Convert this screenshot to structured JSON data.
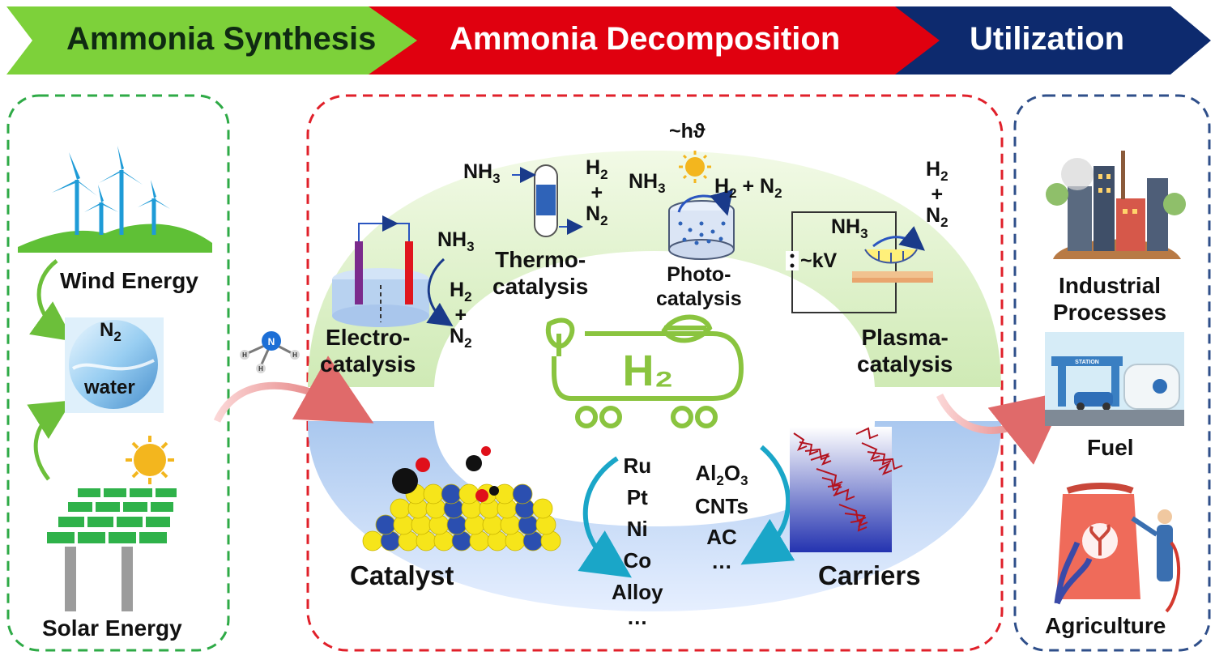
{
  "banner": {
    "synthesis": "Ammonia Synthesis",
    "decomposition": "Ammonia Decomposition",
    "utilization": "Utilization"
  },
  "sources": {
    "wind": "Wind Energy",
    "n2": "N",
    "n2_sub": "2",
    "water": "water",
    "solar": "Solar Energy"
  },
  "nh3_molecule": {
    "n": "N",
    "h": "H"
  },
  "electro": {
    "label_1": "Electro-",
    "label_2": "catalysis",
    "nh3": "NH",
    "nh3_sub": "3",
    "h2": "H",
    "h2_sub": "2",
    "plus": "+",
    "n2": "N",
    "n2_sub": "2"
  },
  "thermo": {
    "label_1": "Thermo-",
    "label_2": "catalysis",
    "nh3": "NH",
    "nh3_sub": "3",
    "h2": "H",
    "h2_sub": "2",
    "plus": "+",
    "n2": "N",
    "n2_sub": "2"
  },
  "photo": {
    "light": "~hϑ",
    "label_1": "Photo-",
    "label_2": "catalysis",
    "nh3": "NH",
    "nh3_sub": "3",
    "products_h": "H",
    "products_h_sub": "2",
    "products_plus": " + N",
    "products_n_sub": "2"
  },
  "plasma": {
    "voltage": "~kV",
    "label_1": "Plasma-",
    "label_2": "catalysis",
    "nh3": "NH",
    "nh3_sub": "3",
    "h2": "H",
    "h2_sub": "2",
    "plus": "+",
    "n2": "N",
    "n2_sub": "2"
  },
  "h2_tank": "H₂",
  "catalyst": {
    "label": "Catalyst",
    "metals": [
      "Ru",
      "Pt",
      "Ni",
      "Co",
      "Alloy",
      "…"
    ]
  },
  "carriers": {
    "label": "Carriers",
    "al": "Al",
    "al_sub": "2",
    "o": "O",
    "o_sub": "3",
    "items": [
      "CNTs",
      "AC",
      "…"
    ]
  },
  "uses": {
    "industrial_1": "Industrial",
    "industrial_2": "Processes",
    "fuel": "Fuel",
    "station": "STATION",
    "agriculture": "Agriculture"
  },
  "colors": {
    "synthesis_green": "#7dd13a",
    "decomposition_red": "#e0000f",
    "utilization_navy": "#0d2a6e",
    "green_dash": "#2eaa46",
    "red_dash": "#e0202a",
    "navy_dash": "#2f4f8a"
  }
}
